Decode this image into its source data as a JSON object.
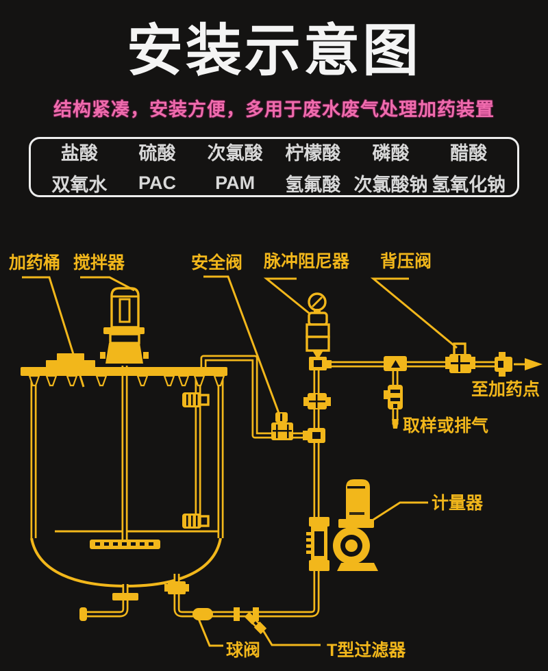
{
  "page": {
    "background": "#141312",
    "pipe_yellow": "#f2b71b",
    "title_color": "#f4f4f4",
    "subtitle_color": "#ef6cad",
    "chem_text_color": "#d9d9d9",
    "chem_border_color": "#eeeeee"
  },
  "header": {
    "title": "安装示意图",
    "subtitle": "结构紧凑，安装方便，多用于废水废气处理加药装置"
  },
  "chemicals": {
    "rows": [
      [
        "盐酸",
        "硫酸",
        "次氯酸",
        "柠檬酸",
        "磷酸",
        "醋酸"
      ],
      [
        "双氧水",
        "PAC",
        "PAM",
        "氢氟酸",
        "次氯酸钠",
        "氢氧化钠"
      ]
    ]
  },
  "diagram": {
    "labels": {
      "tank": "加药桶",
      "agitator": "搅拌器",
      "safety_valve": "安全阀",
      "pulse_damper": "脉冲阻尼器",
      "back_pressure_valve": "背压阀",
      "to_dosing_point": "至加药点",
      "sampling_or_vent": "取样或排气",
      "metering_pump": "计量器",
      "ball_valve": "球阀",
      "t_filter": "T型过滤器"
    },
    "icons": [
      "pressure-gauge-icon",
      "flow-arrow-icon"
    ]
  }
}
